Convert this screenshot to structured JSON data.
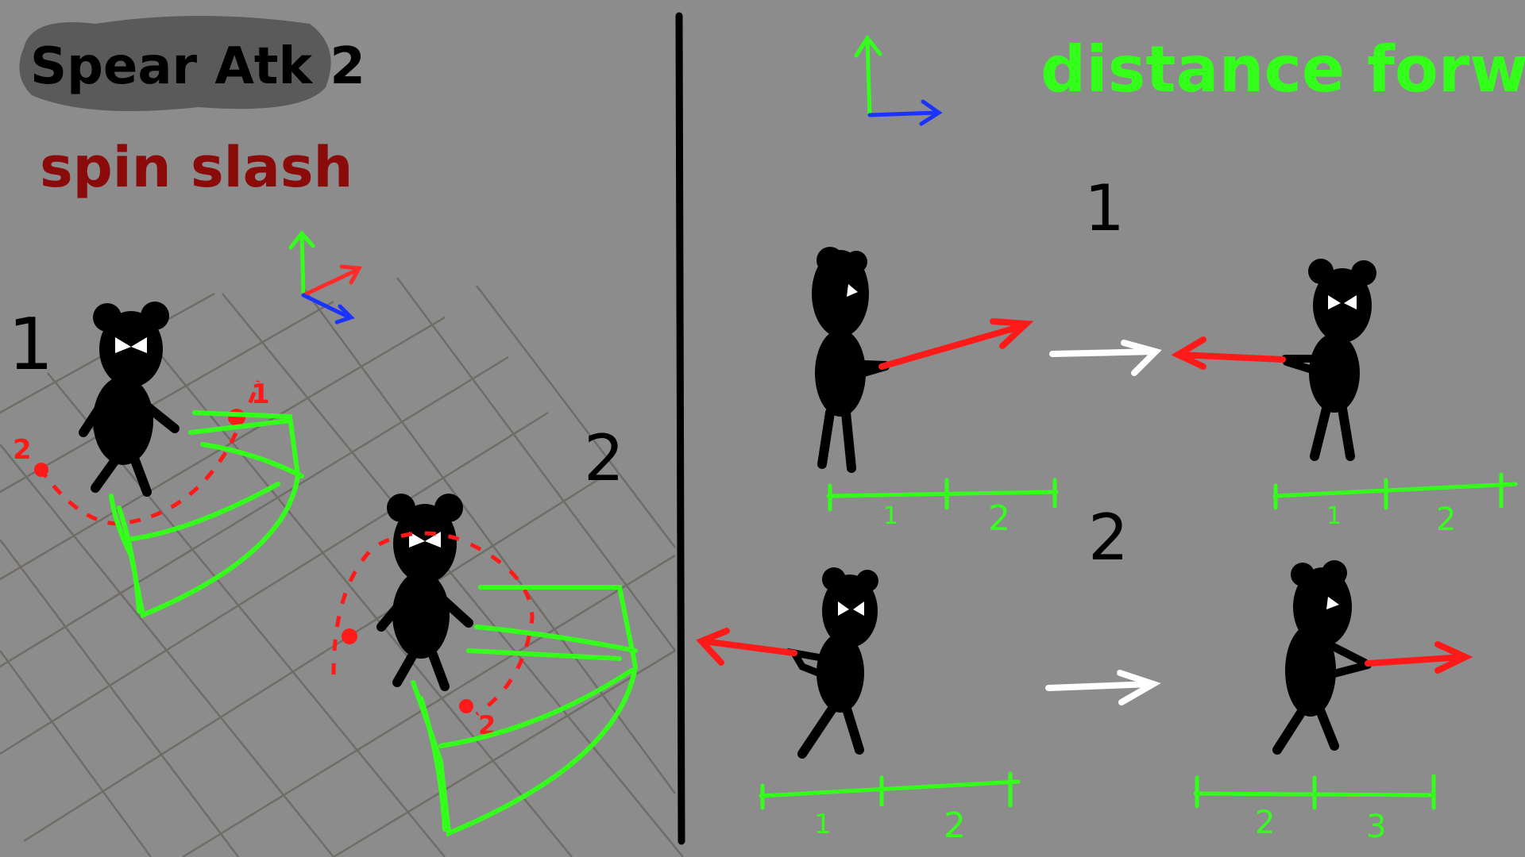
{
  "title": "Spear Atk 2",
  "subtitle": "spin slash",
  "right_header": "distance forward",
  "left_panel": {
    "step1_label": "1",
    "step2_label": "2",
    "arc1_markers": [
      "1",
      "2"
    ],
    "arc2_markers": [
      "2"
    ]
  },
  "right_panel": {
    "row1_label": "1",
    "row2_label": "2",
    "rulers": [
      {
        "ticks": [
          "1",
          "2"
        ]
      },
      {
        "ticks": [
          "1",
          "2"
        ]
      },
      {
        "ticks": [
          "1",
          "2"
        ]
      },
      {
        "ticks": [
          "2",
          "3"
        ]
      }
    ]
  },
  "colors": {
    "background": "#8c8c8c",
    "ink": "#000000",
    "green": "#33ff1a",
    "red": "#ff1a1a",
    "dark_red": "#8b0a0a",
    "blue": "#1a33ff",
    "white": "#ffffff"
  }
}
